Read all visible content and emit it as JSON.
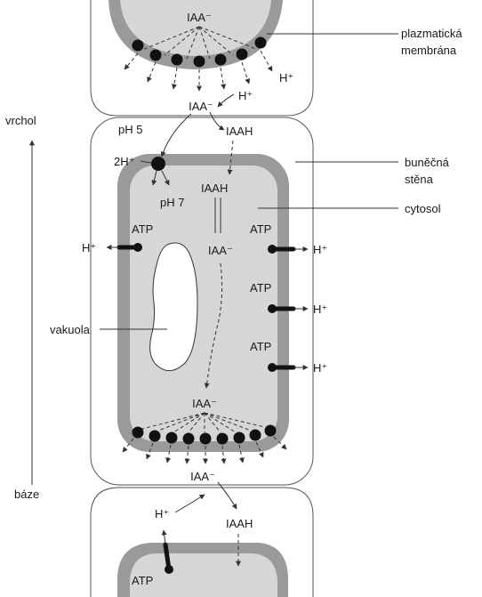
{
  "labels": {
    "iaa_minus": "IAA⁻",
    "iaah": "IAAH",
    "h_plus": "H⁺",
    "two_h_plus": "2H⁺",
    "ph5": "pH 5",
    "ph7": "pH 7",
    "atp": "ATP",
    "plasma_membrane_1": "plazmatická",
    "plasma_membrane_2": "membrána",
    "cell_wall_1": "buněčná",
    "cell_wall_2": "stěna",
    "cytosol": "cytosol",
    "vacuole": "vakuola",
    "apex": "vrchol",
    "base": "báze"
  },
  "colors": {
    "membrane": "#9a9a9a",
    "cytosol": "#d6d6d6",
    "carrier": "#111111"
  }
}
